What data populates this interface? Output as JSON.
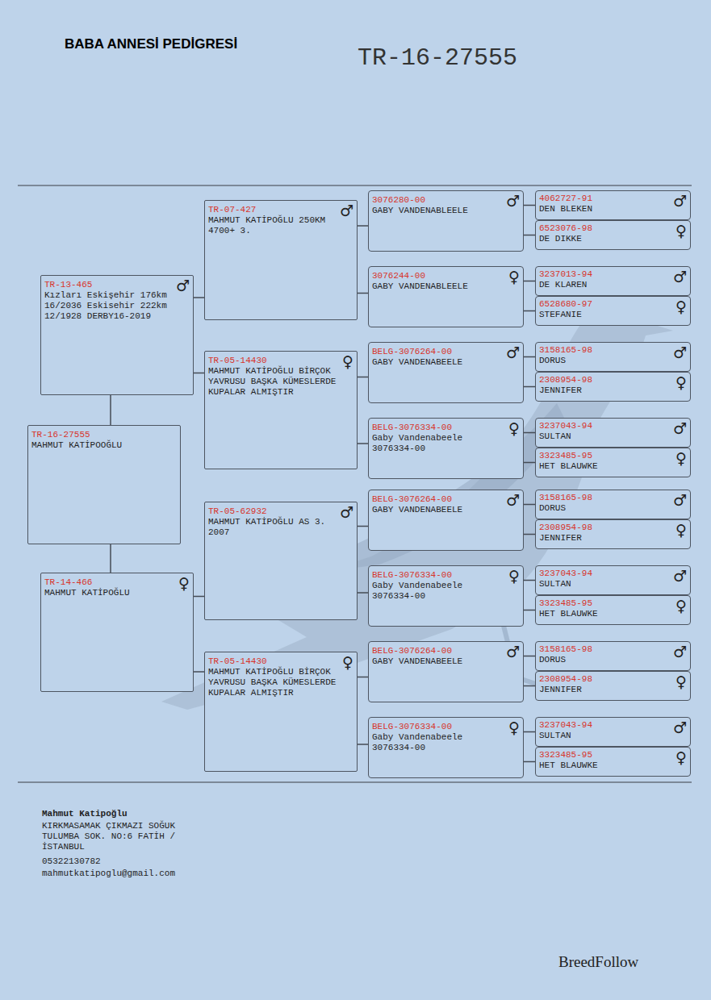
{
  "diagram": {
    "title": "BABA ANNESİ PEDİGRESİ",
    "nodes": [
      {
        "text": [
          "TR-16-27555",
          "MAHMUT KATİPOOĞLU"
        ]
      },
      {
        "text": [
          "TR-13-465",
          "Kızları Eskişehir 176km 16/2036 Eskisehir 222km 12/1928 DERBY16-2019",
          "♂"
        ]
      },
      {
        "text": [
          "TR-14-466",
          "MAHMUT KATİPOĞLU",
          "♀"
        ]
      },
      {
        "text": [
          "TR-07-427",
          "MAHMUT KATİPOĞLU 250KM 4700+ 3.",
          "♂"
        ]
      },
      {
        "text": [
          "TR-05-14430",
          "MAHMUT KATİPOĞLU BİRÇOK YAVRUSU BAŞKA KÜMESLERDE KUPALAR ALMIŞTIR",
          "♀"
        ]
      },
      {
        "text": [
          "TR-05-62932",
          "MAHMUT KATİPOĞLU AS 3. 2007",
          "♂"
        ]
      },
      {
        "text": [
          "TR-05-14430",
          "MAHMUT KATİPOĞLU BİRÇOK YAVRUSU BAŞKA KÜMESLERDE KUPALAR ALMIŞTIR",
          "♀"
        ]
      },
      {
        "text": [
          "3076280-00",
          "GABY VANDENABLEELE",
          "♂"
        ]
      },
      {
        "text": [
          "3076244-00",
          "GABY VANDENABLEELE",
          "♀"
        ]
      },
      {
        "text": [
          "BELG-3076264-00",
          "GABY VANDENABEELE",
          "♂"
        ]
      },
      {
        "text": [
          "BELG-3076334-00",
          "Gaby Vandenabeele 3076334-00",
          "♀"
        ]
      },
      {
        "text": [
          "BELG-3076264-00",
          "GABY VANDENABEELE",
          "♂"
        ]
      },
      {
        "text": [
          "BELG-3076334-00",
          "Gaby Vandenabeele 3076334-00",
          "♀"
        ]
      },
      {
        "text": [
          "BELG-3076264-00",
          "GABY VANDENABEELE",
          "♂"
        ]
      },
      {
        "text": [
          "BELG-3076334-00",
          "Gaby Vandenabeele 3076334-00",
          "♀"
        ]
      },
      {
        "text": [
          "4062727-91",
          "DEN BLEKEN",
          "♂"
        ]
      },
      {
        "text": [
          "6523076-98",
          "DE DIKKE",
          "♀"
        ]
      },
      {
        "text": [
          "3237013-94",
          "DE KLAREN",
          "♂"
        ]
      },
      {
        "text": [
          "6528680-97",
          "STEFANIE",
          "♀"
        ]
      },
      {
        "text": [
          "3158165-98",
          "DORUS",
          "♂"
        ]
      },
      {
        "text": [
          "2308954-98",
          "JENNIFER",
          "♀"
        ]
      },
      {
        "text": [
          "3237043-94",
          "SULTAN",
          "♂"
        ]
      },
      {
        "text": [
          "3323485-95",
          "HET BLAUWKE",
          "♀"
        ]
      },
      {
        "text": [
          "3158165-98",
          "DORUS",
          "♂"
        ]
      },
      {
        "text": [
          "2308954-98",
          "JENNIFER",
          "♀"
        ]
      },
      {
        "text": [
          "3237043-94",
          "SULTAN",
          "♂"
        ]
      },
      {
        "text": [
          "3323485-95",
          "HET BLAUWKE",
          "♀"
        ]
      },
      {
        "text": [
          "3158165-98",
          "DORUS",
          "♂"
        ]
      },
      {
        "text": [
          "2308954-98",
          "JENNIFER",
          "♀"
        ]
      },
      {
        "text": [
          "3237043-94",
          "SULTAN",
          "♂"
        ]
      },
      {
        "text": [
          "3323485-95",
          "HET BLAUWKE",
          "♀"
        ]
      }
    ],
    "edges": [
      {
        "from": 0,
        "to": 1,
        "arrow": "none"
      },
      {
        "from": 0,
        "to": 2,
        "arrow": "none"
      },
      {
        "from": 1,
        "to": 3,
        "arrow": "none"
      },
      {
        "from": 1,
        "to": 4,
        "arrow": "none"
      },
      {
        "from": 2,
        "to": 5,
        "arrow": "none"
      },
      {
        "from": 2,
        "to": 6,
        "arrow": "none"
      },
      {
        "from": 3,
        "to": 7,
        "arrow": "none"
      },
      {
        "from": 3,
        "to": 8,
        "arrow": "none"
      },
      {
        "from": 4,
        "to": 9,
        "arrow": "none"
      },
      {
        "from": 4,
        "to": 10,
        "arrow": "none"
      },
      {
        "from": 5,
        "to": 11,
        "arrow": "none"
      },
      {
        "from": 5,
        "to": 12,
        "arrow": "none"
      },
      {
        "from": 6,
        "to": 13,
        "arrow": "none"
      },
      {
        "from": 6,
        "to": 14,
        "arrow": "none"
      },
      {
        "from": 7,
        "to": 15,
        "arrow": "none"
      },
      {
        "from": 7,
        "to": 16,
        "arrow": "none"
      },
      {
        "from": 8,
        "to": 17,
        "arrow": "none"
      },
      {
        "from": 8,
        "to": 18,
        "arrow": "none"
      },
      {
        "from": 9,
        "to": 19,
        "arrow": "none"
      },
      {
        "from": 9,
        "to": 20,
        "arrow": "none"
      },
      {
        "from": 10,
        "to": 21,
        "arrow": "none"
      },
      {
        "from": 10,
        "to": 22,
        "arrow": "none"
      },
      {
        "from": 11,
        "to": 23,
        "arrow": "none"
      },
      {
        "from": 11,
        "to": 24,
        "arrow": "none"
      },
      {
        "from": 12,
        "to": 25,
        "arrow": "none"
      },
      {
        "from": 12,
        "to": 26,
        "arrow": "none"
      },
      {
        "from": 13,
        "to": 27,
        "arrow": "none"
      },
      {
        "from": 13,
        "to": 28,
        "arrow": "none"
      },
      {
        "from": 14,
        "to": 29,
        "arrow": "none"
      },
      {
        "from": 14,
        "to": 30,
        "arrow": "none"
      }
    ],
    "labels": [
      "TR-16-27555",
      "Mahmut Katipoğlu",
      "KIRKMASAMAK ÇIKMAZI SOĞUK TULUMBA SOK. NO:6 FATİH / İSTANBUL",
      "05322130782",
      "mahmutkatipoglu@gmail.com",
      "BreedFollow"
    ]
  }
}
